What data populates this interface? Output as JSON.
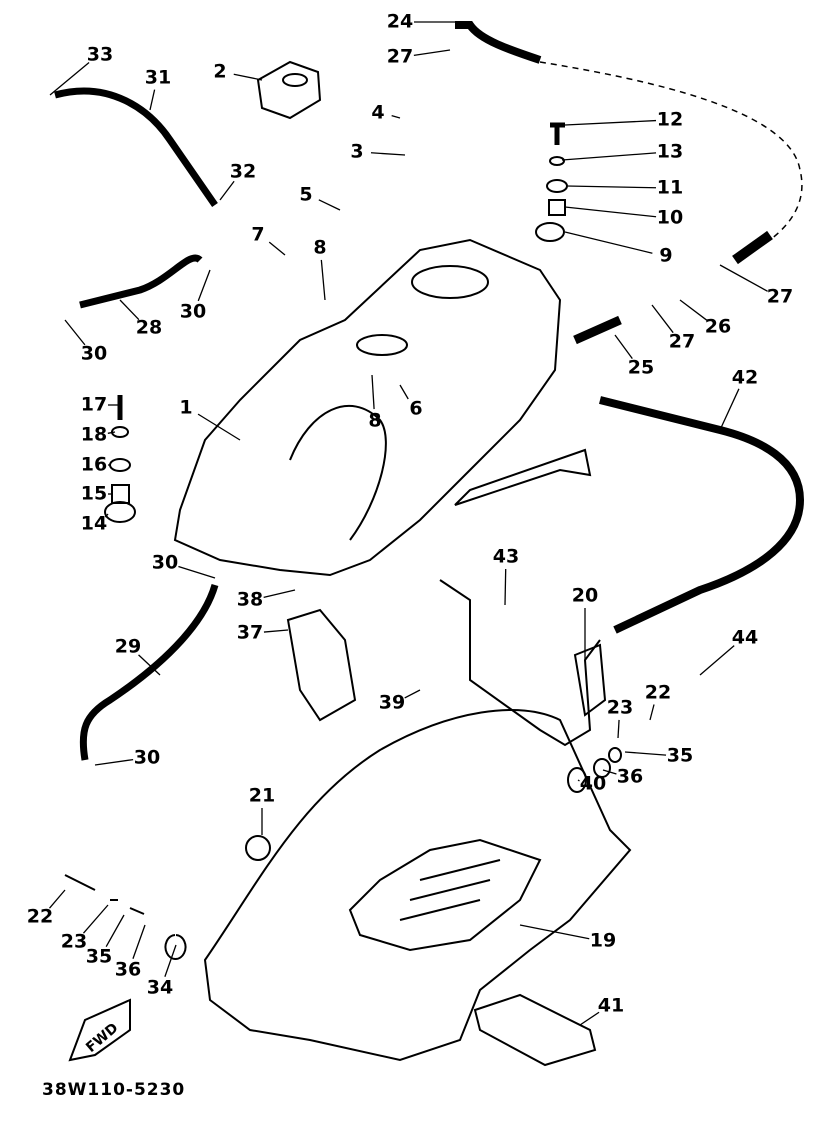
{
  "diagram": {
    "drawing_code": "38W110-5230",
    "direction_label": "FWD",
    "callouts": [
      "24",
      "27",
      "33",
      "31",
      "2",
      "4",
      "12",
      "3",
      "13",
      "32",
      "5",
      "11",
      "10",
      "7",
      "8",
      "9",
      "30",
      "28",
      "30",
      "27",
      "26",
      "27",
      "25",
      "42",
      "6",
      "8",
      "1",
      "17",
      "18",
      "16",
      "15",
      "14",
      "30",
      "43",
      "38",
      "20",
      "37",
      "29",
      "44",
      "39",
      "22",
      "23",
      "30",
      "35",
      "36",
      "40",
      "21",
      "19",
      "22",
      "23",
      "35",
      "36",
      "34",
      "41"
    ]
  }
}
